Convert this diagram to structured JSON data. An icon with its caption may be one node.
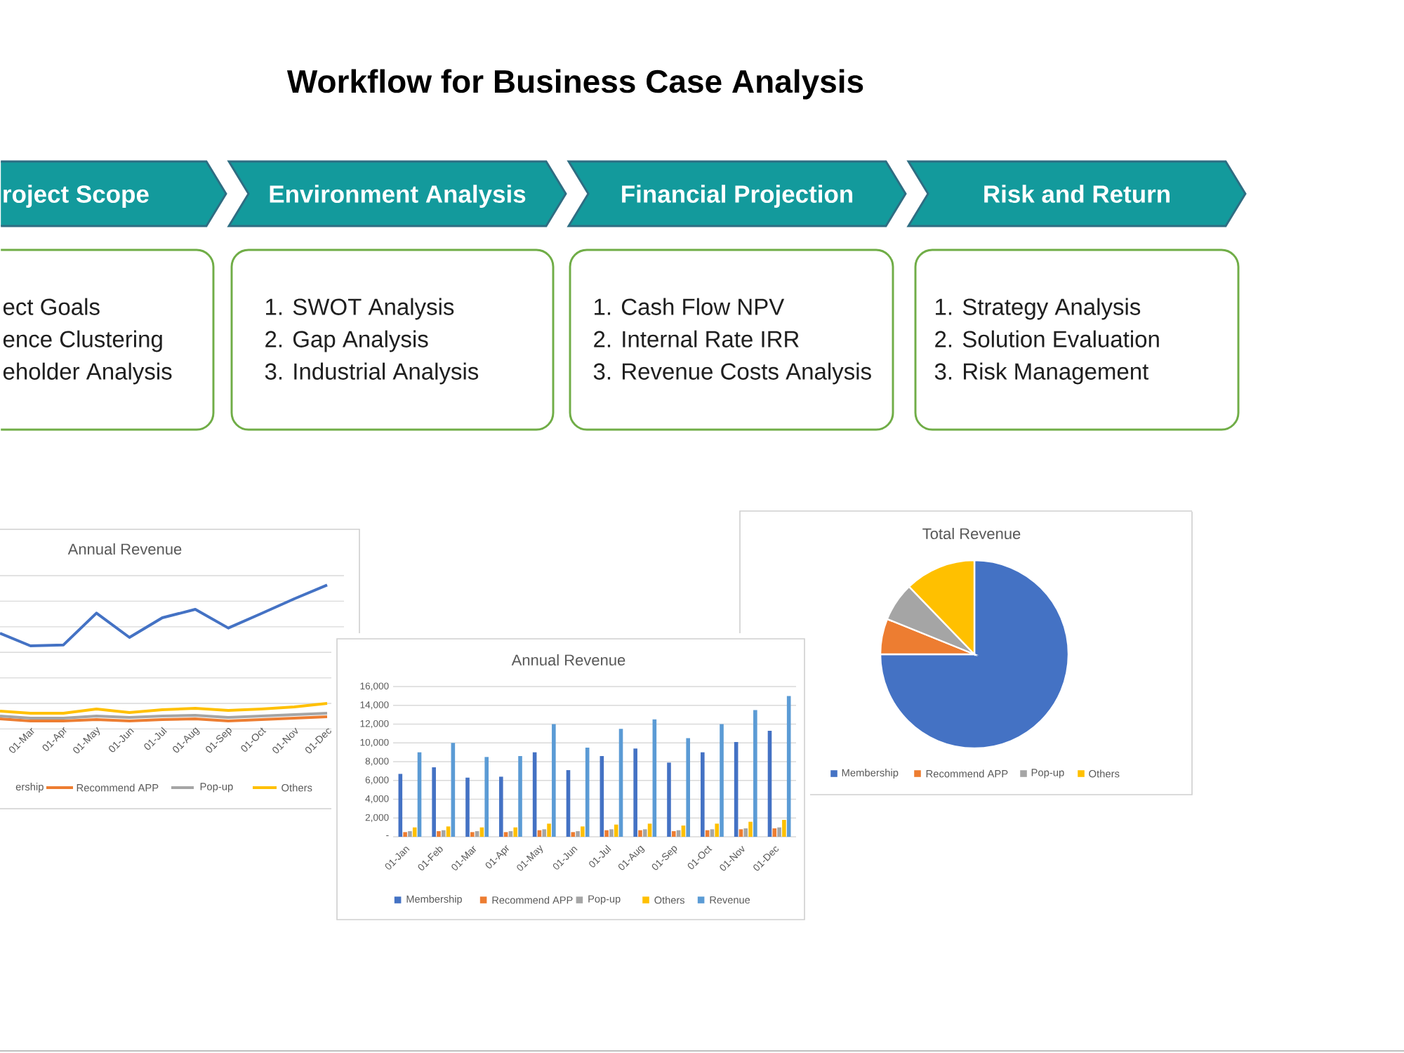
{
  "diagram": {
    "title": "Workflow for Business Case Analysis",
    "nodes": [
      {
        "text": [
          "roject Scope"
        ]
      },
      {
        "text": [
          "Environment Analysis"
        ]
      },
      {
        "text": [
          "Financial Projection"
        ]
      },
      {
        "text": [
          "Risk and Return"
        ]
      },
      {
        "text": [
          "ect Goals",
          "ence Clustering",
          "eholder Analysis"
        ]
      },
      {
        "text": [
          "1. SWOT Analysis",
          "2. Gap Analysis",
          "3. Industrial Analysis"
        ]
      },
      {
        "text": [
          "1. Cash Flow NPV",
          "2. Internal Rate IRR",
          "3. Revenue Costs Analysis"
        ]
      },
      {
        "text": [
          "1. Strategy Analysis",
          "2. Solution Evaluation",
          "3. Risk Management"
        ]
      }
    ],
    "labels": [
      "Annual Revenue",
      "01-Mar",
      "01-Apr",
      "01-May",
      "01-Jun",
      "01-Jul",
      "01-Aug",
      "01-Sep",
      "01-Oct",
      "01-Nov",
      "01-Dec",
      "Total Revenue"
    ],
    "legend": [
      {
        "text": "ership"
      },
      {
        "text": "Recommend APP"
      },
      {
        "text": "Pop-up"
      },
      {
        "text": "Others"
      },
      {
        "text": "Membership",
        "color": "#4472c4"
      },
      {
        "text": "Recommend APP",
        "color": "#ed7d31"
      },
      {
        "text": "Pop-up",
        "color": "#a5a5a5"
      },
      {
        "text": "Others",
        "color": "#ffc000"
      }
    ],
    "chart_data": {
      "type": "bar",
      "title": "Annual Revenue",
      "categories": [
        "01-Jan",
        "01-Feb",
        "01-Mar",
        "01-Apr",
        "01-May",
        "01-Jun",
        "01-Jul",
        "01-Aug",
        "01-Sep",
        "01-Oct",
        "01-Nov",
        "01-Dec"
      ],
      "series": [
        {
          "name": "Membership",
          "color": "#4472c4",
          "values": [
            6700,
            7400,
            6300,
            6400,
            9000,
            7100,
            8600,
            9400,
            7900,
            9000,
            10100,
            11300
          ]
        },
        {
          "name": "Recommend APP",
          "color": "#ed7d31",
          "values": [
            500,
            600,
            500,
            500,
            700,
            500,
            700,
            700,
            600,
            700,
            800,
            900
          ]
        },
        {
          "name": "Pop-up",
          "color": "#a5a5a5",
          "values": [
            600,
            700,
            600,
            600,
            800,
            600,
            800,
            800,
            700,
            800,
            900,
            1000
          ]
        },
        {
          "name": "Others",
          "color": "#ffc000",
          "values": [
            1000,
            1100,
            1000,
            1000,
            1400,
            1100,
            1300,
            1400,
            1200,
            1400,
            1600,
            1800
          ]
        },
        {
          "name": "Revenue",
          "color": "#5b9bd5",
          "values": [
            9000,
            10000,
            8500,
            8600,
            12000,
            9500,
            11500,
            12500,
            10500,
            12000,
            13500,
            15000
          ]
        }
      ],
      "ylim": [
        0,
        16000
      ],
      "yticks": [
        {
          "value": 0,
          "label": "-"
        },
        {
          "value": 2000,
          "label": "2,000"
        },
        {
          "value": 4000,
          "label": "4,000"
        },
        {
          "value": 6000,
          "label": "6,000"
        },
        {
          "value": 8000,
          "label": "8,000"
        },
        {
          "value": 10000,
          "label": "10,000"
        },
        {
          "value": 12000,
          "label": "12,000"
        },
        {
          "value": 14000,
          "label": "14,000"
        },
        {
          "value": 16000,
          "label": "16,000"
        }
      ],
      "grid": "y",
      "legend": "bottom"
    }
  }
}
